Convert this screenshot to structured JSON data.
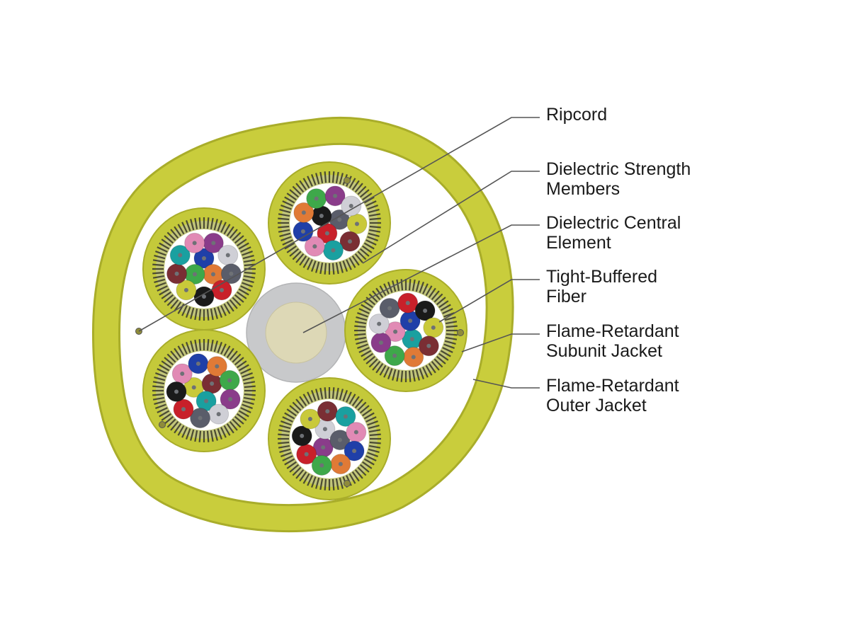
{
  "diagram": {
    "type": "fiber optic cable cross-section",
    "subunit_count": 5,
    "fibers_per_subunit": 12,
    "colors": {
      "outer_jacket": "#c9cd3c",
      "outer_jacket_edge": "#a9ad2a",
      "subunit_jacket": "#c4c93a",
      "strength_member_dark": "#4a4a33",
      "strength_member_light": "#c2c67a",
      "central_element_ring": "#c8c9cb",
      "central_element_core": "#ddd8b6",
      "leader_line": "#555555",
      "label_text": "#1a1a1a"
    },
    "fiber_colors": [
      "#1f3fa8",
      "#e07a36",
      "#3ea84a",
      "#8a3c8a",
      "#cfcfd6",
      "#5a5d6a",
      "#c8202a",
      "#1a1a1a",
      "#c9c93a",
      "#7a2e34",
      "#1aa0a0",
      "#e18ab5"
    ],
    "labels": [
      {
        "id": "ripcord",
        "lines": [
          "Ripcord"
        ]
      },
      {
        "id": "strength-members",
        "lines": [
          "Dielectric Strength",
          "Members"
        ]
      },
      {
        "id": "central-element",
        "lines": [
          "Dielectric Central",
          "Element"
        ]
      },
      {
        "id": "tight-buffered-fiber",
        "lines": [
          "Tight-Buffered",
          "Fiber"
        ]
      },
      {
        "id": "subunit-jacket",
        "lines": [
          "Flame-Retardant",
          "Subunit Jacket"
        ]
      },
      {
        "id": "outer-jacket",
        "lines": [
          "Flame-Retardant",
          "Outer Jacket"
        ]
      }
    ]
  }
}
